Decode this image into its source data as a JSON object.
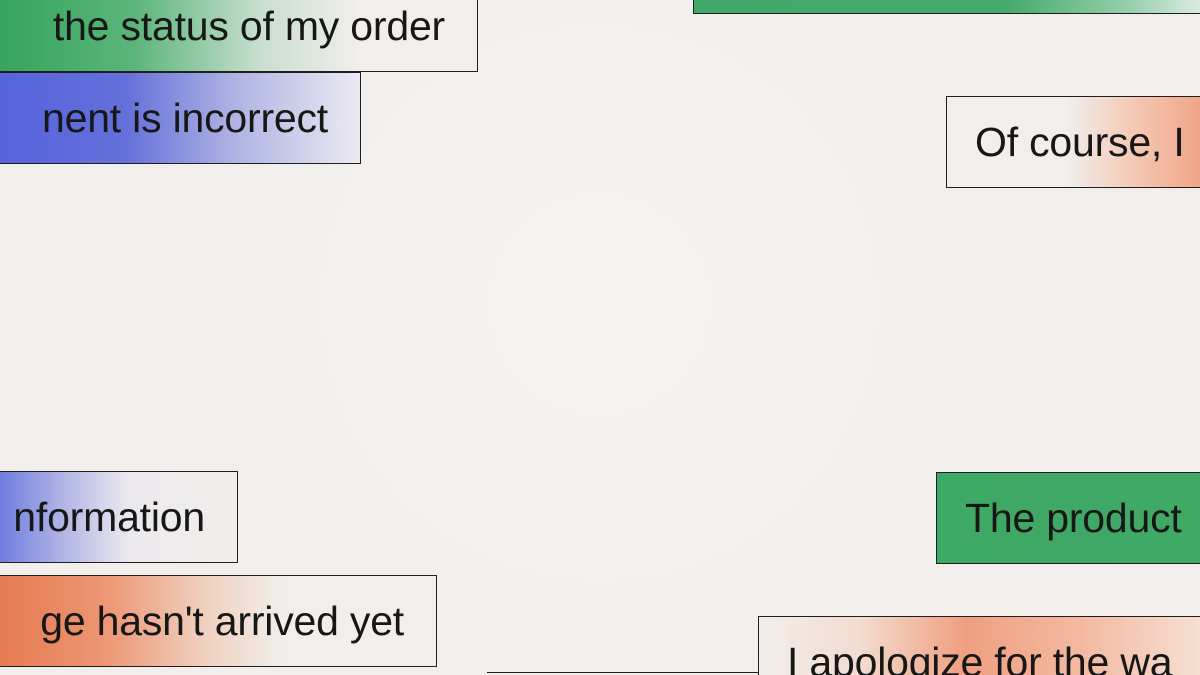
{
  "chips": {
    "order_status": "the status of my order",
    "shipment_incorrect": "nent is incorrect",
    "information": "nformation",
    "package_not_arrived": "ge hasn't arrived yet",
    "top_right": "",
    "of_course": "Of course, I",
    "the_product": "The product",
    "apologize": "I apologize for the wa"
  },
  "colors": {
    "background": "#f1eeeb",
    "green": "#3ea865",
    "blue": "#5663dc",
    "orange": "#e67a51",
    "border": "#1f1f1f",
    "text": "#171717"
  }
}
